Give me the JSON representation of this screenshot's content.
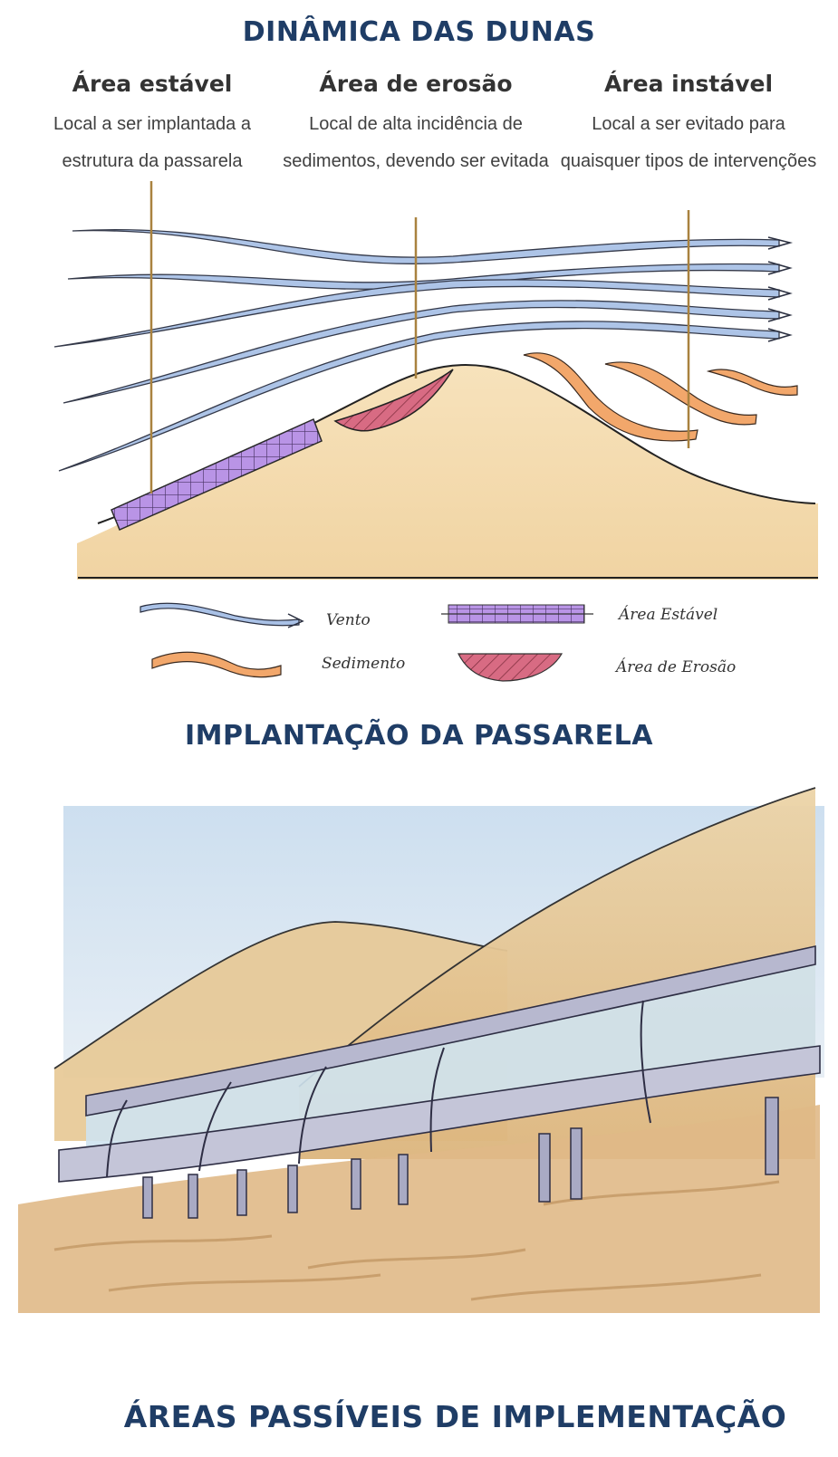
{
  "titles": {
    "dunes": "DINÂMICA DAS DUNAS",
    "walkway": "IMPLANTAÇÃO DA PASSARELA",
    "areas": "ÁREAS PASSÍVEIS DE IMPLEMENTAÇÃO"
  },
  "columns": [
    {
      "heading": "Área estável",
      "text": "Local a ser implantada a estrutura da passarela"
    },
    {
      "heading": "Área de erosão",
      "text": "Local de alta incidência de sedimentos, devendo ser evitada"
    },
    {
      "heading": "Área instável",
      "text": "Local a ser evitado para quaisquer tipos de intervenções"
    }
  ],
  "legend": {
    "wind": "Vento",
    "sediment": "Sedimento",
    "stable": "Área Estável",
    "erosion": "Área de Erosão"
  },
  "colors": {
    "title": "#1f3d66",
    "wind": "#a9c1e6",
    "sediment": "#f2a76b",
    "stable": "#b48be0",
    "erosion": "#d2607a",
    "sand": "#f3d7a6",
    "leader": "#a9823f"
  }
}
